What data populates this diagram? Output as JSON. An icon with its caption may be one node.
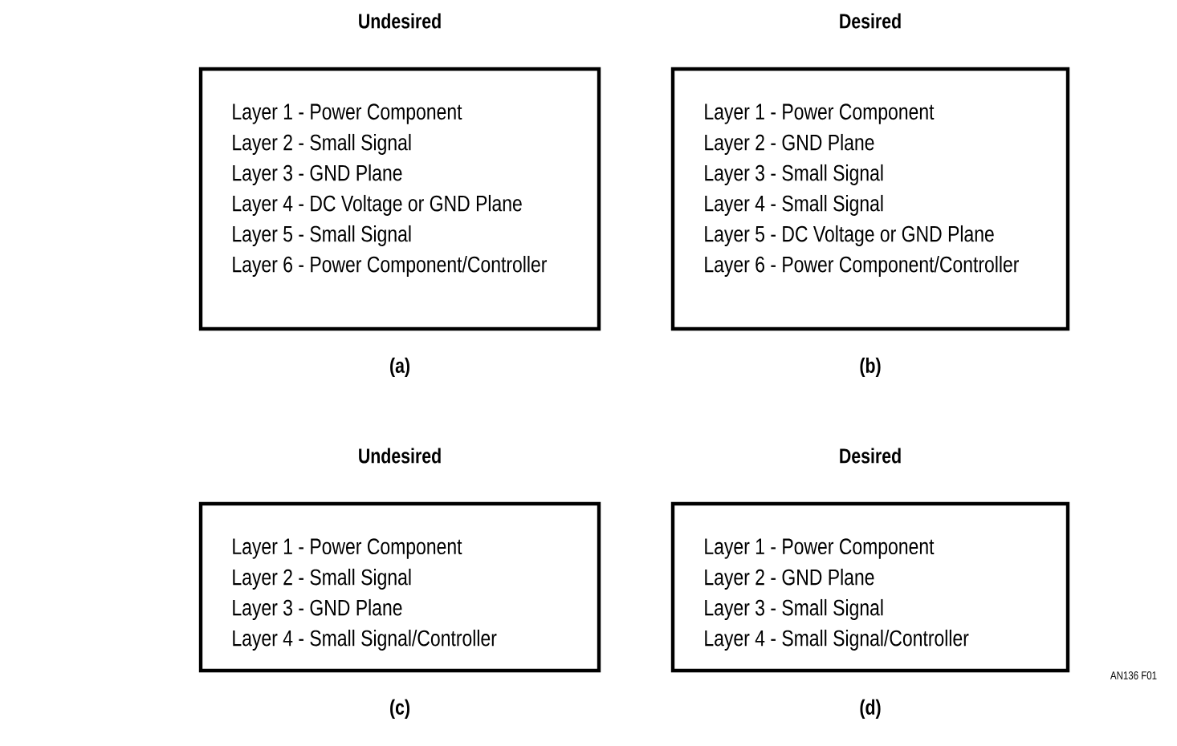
{
  "diagram": {
    "nodes": [
      {
        "text": [
          "Undesired",
          "Layer 1 - Power Component",
          "Layer 2 - Small Signal",
          "Layer 3 - GND Plane",
          "Layer 4 - DC Voltage or GND Plane",
          "Layer 5 - Small Signal",
          "Layer 6 - Power Component/Controller"
        ],
        "beside": [
          "(a)"
        ]
      },
      {
        "text": [
          "Desired",
          "Layer 1 - Power Component",
          "Layer 2 - GND Plane",
          "Layer 3 - Small Signal",
          "Layer 4 - Small Signal",
          "Layer 5 - DC Voltage or GND Plane",
          "Layer 6 - Power Component/Controller"
        ],
        "beside": [
          "(b)"
        ]
      },
      {
        "text": [
          "Undesired",
          "Layer 1 - Power Component",
          "Layer 2 - Small Signal",
          "Layer 3 - GND Plane",
          "Layer 4 - Small Signal/Controller"
        ],
        "beside": [
          "(c)"
        ]
      },
      {
        "text": [
          "Desired",
          "Layer 1 - Power Component",
          "Layer 2 - GND Plane",
          "Layer 3 - Small Signal",
          "Layer 4 - Small Signal/Controller"
        ],
        "beside": [
          "(d)"
        ]
      }
    ],
    "labels": [
      "AN136 F01"
    ]
  }
}
